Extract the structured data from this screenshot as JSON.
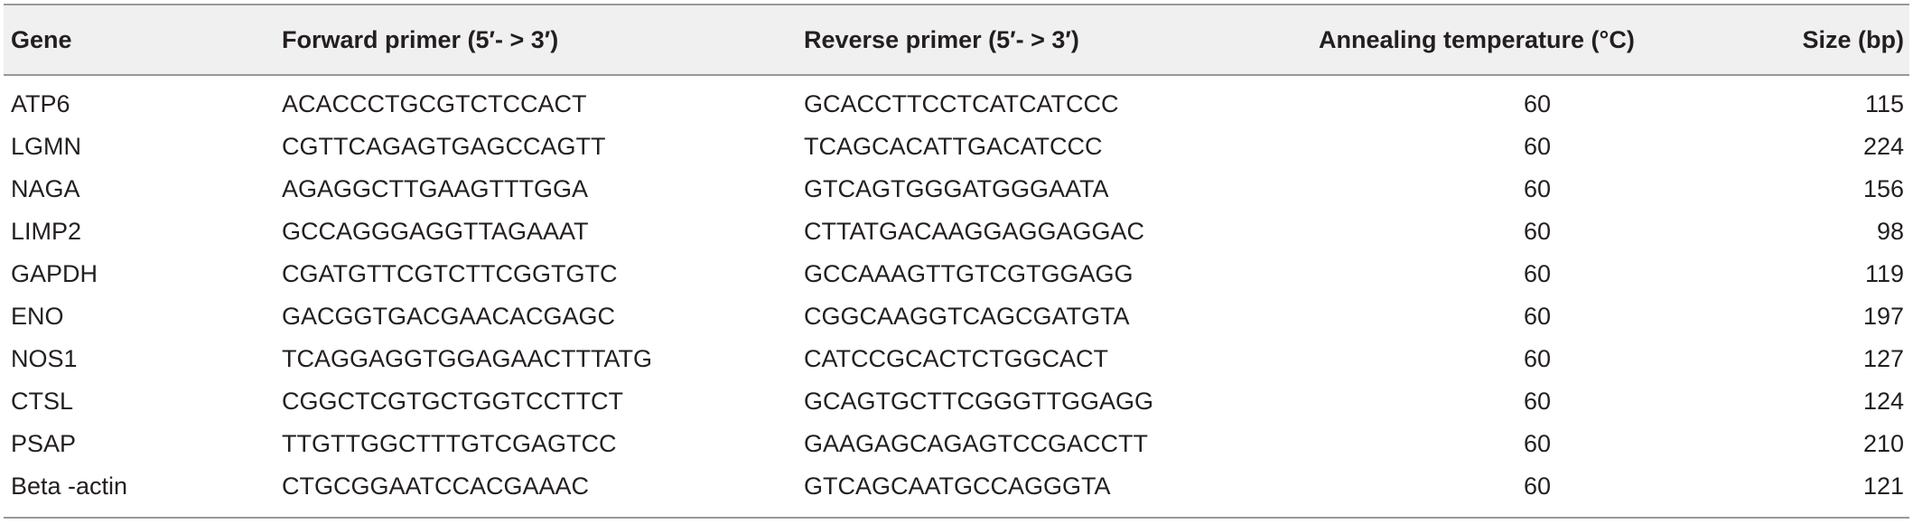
{
  "table": {
    "headers": {
      "gene": "Gene",
      "forward": "Forward primer (5′- > 3′)",
      "reverse": "Reverse primer (5′- > 3′)",
      "temperature": "Annealing temperature (°C)",
      "size": "Size (bp)"
    },
    "rows": [
      {
        "gene": "ATP6",
        "forward": "ACACCCTGCGTCTCCACT",
        "reverse": "GCACCTTCCTCATCATCCC",
        "temperature": "60",
        "size": "115"
      },
      {
        "gene": "LGMN",
        "forward": "CGTTCAGAGTGAGCCAGTT",
        "reverse": "TCAGCACATTGACATCCC",
        "temperature": "60",
        "size": "224"
      },
      {
        "gene": "NAGA",
        "forward": "AGAGGCTTGAAGTTTGGA",
        "reverse": "GTCAGTGGGATGGGAATA",
        "temperature": "60",
        "size": "156"
      },
      {
        "gene": "LIMP2",
        "forward": "GCCAGGGAGGTTAGAAAT",
        "reverse": "CTTATGACAAGGAGGAGGAC",
        "temperature": "60",
        "size": "98"
      },
      {
        "gene": "GAPDH",
        "forward": "CGATGTTCGTCTTCGGTGTC",
        "reverse": "GCCAAAGTTGTCGTGGAGG",
        "temperature": "60",
        "size": "119"
      },
      {
        "gene": "ENO",
        "forward": "GACGGTGACGAACACGAGC",
        "reverse": "CGGCAAGGTCAGCGATGTA",
        "temperature": "60",
        "size": "197"
      },
      {
        "gene": "NOS1",
        "forward": "TCAGGAGGTGGAGAACTTTATG",
        "reverse": "CATCCGCACTCTGGCACT",
        "temperature": "60",
        "size": "127"
      },
      {
        "gene": "CTSL",
        "forward": "CGGCTCGTGCTGGTCCTTCT",
        "reverse": "GCAGTGCTTCGGGTTGGAGG",
        "temperature": "60",
        "size": "124"
      },
      {
        "gene": "PSAP",
        "forward": "TTGTTGGCTTTGTCGAGTCC",
        "reverse": "GAAGAGCAGAGTCCGACCTT",
        "temperature": "60",
        "size": "210"
      },
      {
        "gene": "Beta -actin",
        "forward": "CTGCGGAATCCACGAAAC",
        "reverse": "GTCAGCAATGCCAGGGTA",
        "temperature": "60",
        "size": "121"
      }
    ]
  }
}
